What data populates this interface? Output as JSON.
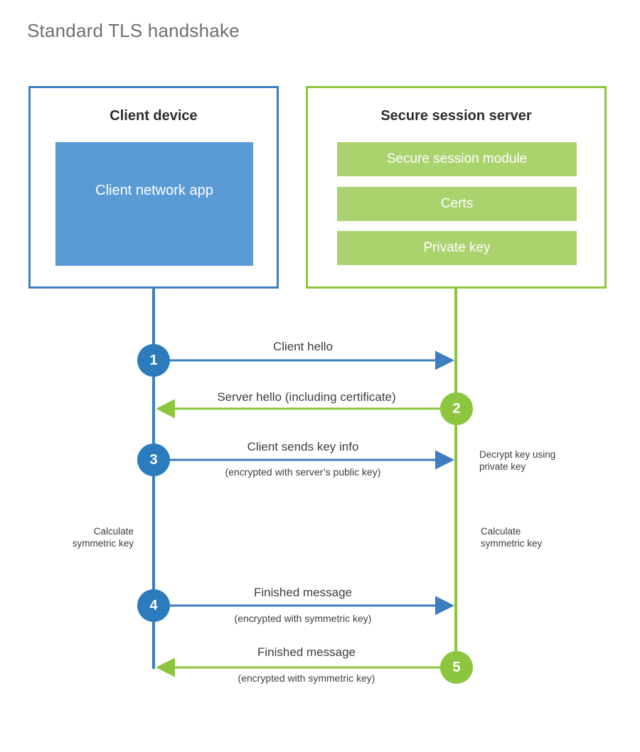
{
  "title": "Standard TLS handshake",
  "colors": {
    "client_border": "#3c7ebf",
    "client_fill": "#5b9bd5",
    "client_accent": "#2c7cbd",
    "server_border": "#8cc63e",
    "server_fill": "#aad36e",
    "server_accent": "#8cc63e",
    "title_text": "#6f6f6f",
    "body_text": "#3e3e3e",
    "background": "#ffffff"
  },
  "client": {
    "title": "Client device",
    "app_label": "Client network app"
  },
  "server": {
    "title": "Secure session server",
    "components": [
      {
        "label": "Secure session module"
      },
      {
        "label": "Certs"
      },
      {
        "label": "Private key"
      }
    ]
  },
  "steps": [
    {
      "number": "1",
      "direction": "client-to-server",
      "color": "blue",
      "main_label": "Client hello",
      "sub_label": ""
    },
    {
      "number": "2",
      "direction": "server-to-client",
      "color": "green",
      "main_label": "Server hello (including certificate)",
      "sub_label": ""
    },
    {
      "number": "3",
      "direction": "client-to-server",
      "color": "blue",
      "main_label": "Client sends key info",
      "sub_label": "(encrypted with server’s public key)"
    },
    {
      "number": "4",
      "direction": "client-to-server",
      "color": "blue",
      "main_label": "Finished message",
      "sub_label": "(encrypted with symmetric key)"
    },
    {
      "number": "5",
      "direction": "server-to-client",
      "color": "green",
      "main_label": "Finished message",
      "sub_label": "(encrypted with symmetric key)"
    }
  ],
  "notes": {
    "decrypt_key": "Decrypt key using\nprivate key",
    "client_calculate": "Calculate\nsymmetric key",
    "server_calculate": "Calculate\nsymmetric key"
  }
}
